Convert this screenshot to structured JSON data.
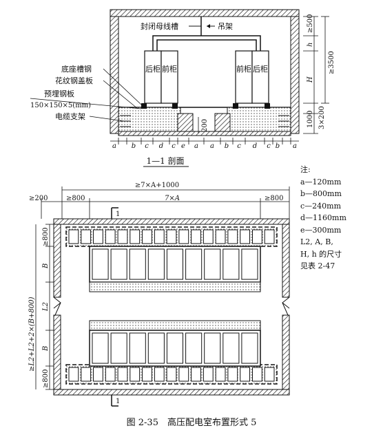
{
  "section": {
    "labels": {
      "busway": "封闭母线槽",
      "hanger": "吊架",
      "channel_base": "底座槽钢",
      "checker_plate": "花纹钢盖板",
      "embedded_plate": "预埋钢板",
      "plate_size": "150×150×5(mm)",
      "cable_bracket": "电缆支架",
      "back_cabinet": "后柜",
      "front_cabinet": "前柜"
    },
    "dims_right": [
      "≥500",
      "h",
      "≥3500",
      "H",
      "3×200",
      "1000"
    ],
    "dim_200": "200",
    "bottom_dims": [
      "a",
      "b",
      "c",
      "d",
      "c",
      "e",
      "a",
      "a",
      "b",
      "c",
      "d",
      "c",
      "b",
      "a"
    ],
    "title": "1—1 剖面"
  },
  "plan": {
    "top_dims": {
      "overall": "≥7×A+1000",
      "left_margin": "≥200",
      "left_800": "≥800",
      "middle": "7×A",
      "right_800": "≥800"
    },
    "section_mark": "1",
    "left_dims": [
      "≥800",
      "B",
      "L2",
      "B",
      "≥800"
    ],
    "overall_height": "≥L2+L2+2×(B+800)"
  },
  "notes": {
    "title": "注:",
    "items": [
      "a—120mm",
      "b—800mm",
      "c—240mm",
      "d—1160mm",
      "e—300mm",
      "L2, A, B,",
      "H, h 的尺寸",
      "见表 2-47"
    ]
  },
  "caption": "图 2-35　高压配电室布置形式 5"
}
